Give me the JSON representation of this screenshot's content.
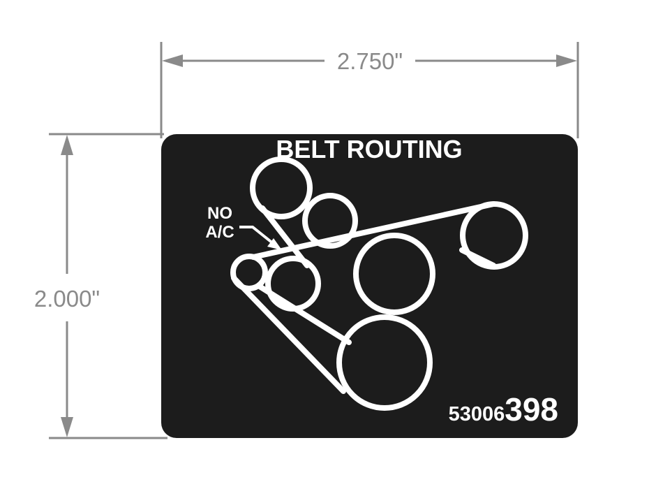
{
  "dimensions": {
    "width_label": "2.750\"",
    "height_label": "2.000\""
  },
  "label": {
    "title": "BELT ROUTING",
    "note_line1": "NO",
    "note_line2": "A/C",
    "part_number_prefix": "53006",
    "part_number_suffix": "398"
  },
  "colors": {
    "label_background": "#1c1c1c",
    "label_foreground": "#ffffff",
    "dimension_lines": "#8a8a8a"
  }
}
